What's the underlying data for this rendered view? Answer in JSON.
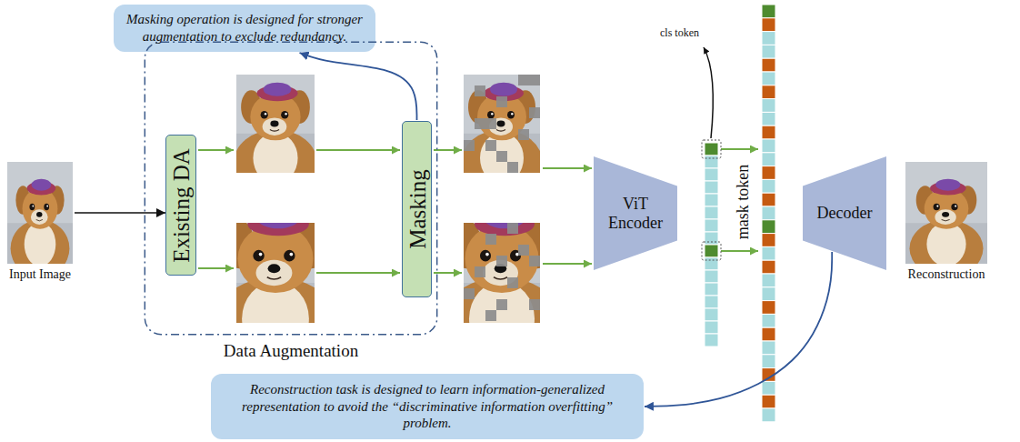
{
  "diagram": {
    "nodes": [
      {
        "text": [
          "Masking operation is designed for stronger augmentation to exclude redundancy."
        ]
      },
      {
        "text": [
          "Input Image"
        ]
      },
      {
        "text": [
          "Data Augmentation"
        ]
      },
      {
        "text": [
          "Existing DA"
        ],
        "in": 2
      },
      {
        "text": [
          "Masking"
        ],
        "in": 2
      },
      {
        "text": [
          "ViT Encoder"
        ]
      },
      {
        "text": [
          "Decoder"
        ]
      },
      {
        "text": [
          "Reconstruction"
        ]
      },
      {
        "text": [
          "Reconstruction task is designed to learn information-generalized representation to avoid the “discriminative information overfitting” problem."
        ]
      }
    ],
    "edges": [
      {
        "from": 1,
        "to": 3,
        "arrow": "to"
      },
      {
        "from": 4,
        "to": 0,
        "arrow": "to"
      },
      {
        "from": 6,
        "to": 8,
        "arrow": "to"
      }
    ],
    "labels": [
      "cls token",
      "mask token"
    ]
  }
}
